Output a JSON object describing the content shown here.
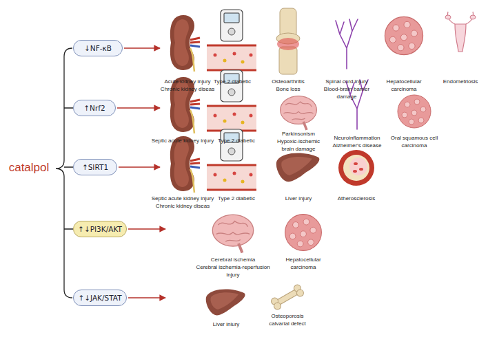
{
  "diagram": {
    "nodes": [
      {
        "text": [
          "↓NF-κB"
        ]
      },
      {
        "text": [
          "↑Nrf2"
        ]
      },
      {
        "text": [
          "↑SIRT1"
        ]
      },
      {
        "text": [
          "↑↓PI3K/AKT"
        ]
      },
      {
        "text": [
          "↑↓JAK/STAT"
        ]
      }
    ],
    "labels": [
      "catalpol",
      "Acute kidney injury",
      "Chronic kidney diseas",
      "Type 2 diabetic",
      "Osteoarthritis",
      "Bone loss",
      "Spinal cord injury",
      "Blood-brain barrier",
      "damage",
      "Hepatocellular",
      "carcinoma",
      "Endometriosis",
      "Septic acute kidney injury",
      "Type 2 diabetic",
      "Parkinsonism",
      "Hypoxic-ischemic",
      "brain damage",
      "Neuroinflammation",
      "Alzheimer's disease",
      "Oral squamous cell",
      "carcinoma",
      "Septic acute kidney injury",
      "Chronic kidney diseas",
      "Type 2 diabetic",
      "Liver injury",
      "Atherosclerosis",
      "Cerebral ischemia",
      "Cerebral ischemia-reperfusion",
      "injury",
      "Hepatocellular",
      "carcinoma",
      "Liver iniury",
      "Osteoporosis",
      "calvarial defect"
    ]
  }
}
